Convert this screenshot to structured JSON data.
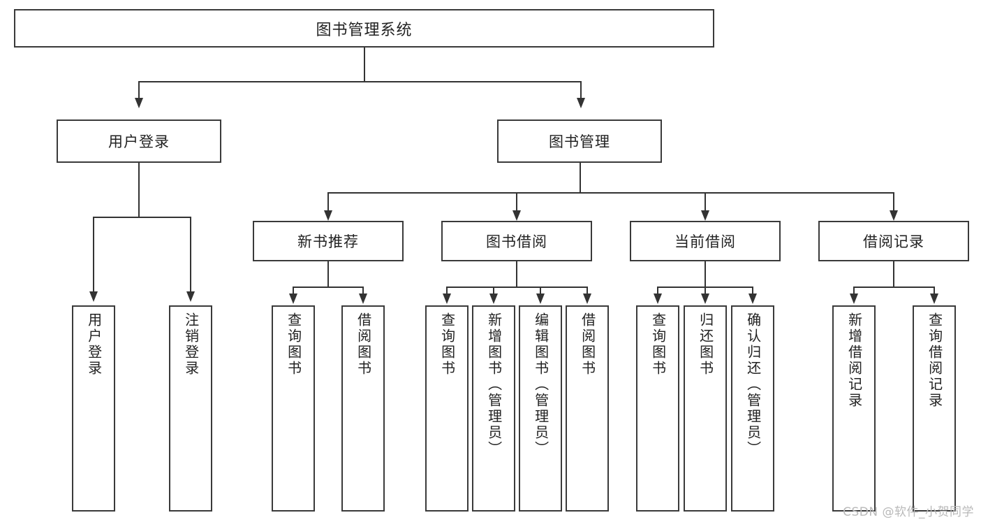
{
  "diagram": {
    "title": "图书管理系统",
    "type": "hierarchy-tree",
    "root": {
      "id": "root",
      "label": "图书管理系统"
    },
    "level2": [
      {
        "id": "user-login",
        "label": "用户登录"
      },
      {
        "id": "book-manage",
        "label": "图书管理"
      }
    ],
    "level3": [
      {
        "id": "new-book-rec",
        "label": "新书推荐",
        "parent": "book-manage"
      },
      {
        "id": "book-borrow",
        "label": "图书借阅",
        "parent": "book-manage"
      },
      {
        "id": "current-borrow",
        "label": "当前借阅",
        "parent": "book-manage"
      },
      {
        "id": "borrow-record",
        "label": "借阅记录",
        "parent": "book-manage"
      }
    ],
    "leaves": [
      {
        "id": "leaf-user-login",
        "label": "用户登录",
        "parent": "user-login"
      },
      {
        "id": "leaf-user-logout",
        "label": "注销登录",
        "parent": "user-login"
      },
      {
        "id": "leaf-rec-query",
        "label": "查询图书",
        "parent": "new-book-rec"
      },
      {
        "id": "leaf-rec-borrow",
        "label": "借阅图书",
        "parent": "new-book-rec"
      },
      {
        "id": "leaf-borrow-query",
        "label": "查询图书",
        "parent": "book-borrow"
      },
      {
        "id": "leaf-borrow-add",
        "label": "新增图书（管理员）",
        "parent": "book-borrow"
      },
      {
        "id": "leaf-borrow-edit",
        "label": "编辑图书（管理员）",
        "parent": "book-borrow"
      },
      {
        "id": "leaf-borrow-do",
        "label": "借阅图书",
        "parent": "book-borrow"
      },
      {
        "id": "leaf-cur-query",
        "label": "查询图书",
        "parent": "current-borrow"
      },
      {
        "id": "leaf-cur-return",
        "label": "归还图书",
        "parent": "current-borrow"
      },
      {
        "id": "leaf-cur-confirm",
        "label": "确认归还（管理员）",
        "parent": "current-borrow"
      },
      {
        "id": "leaf-rec-add",
        "label": "新增借阅记录",
        "parent": "borrow-record"
      },
      {
        "id": "leaf-rec-search",
        "label": "查询借阅记录",
        "parent": "borrow-record"
      }
    ],
    "colors": {
      "border": "#3a3a3a",
      "line": "#333333",
      "text": "#222222",
      "background": "#ffffff",
      "watermark": "#b9b9b9"
    }
  },
  "watermark": {
    "text": "CSDN @软件_小贺同学"
  }
}
